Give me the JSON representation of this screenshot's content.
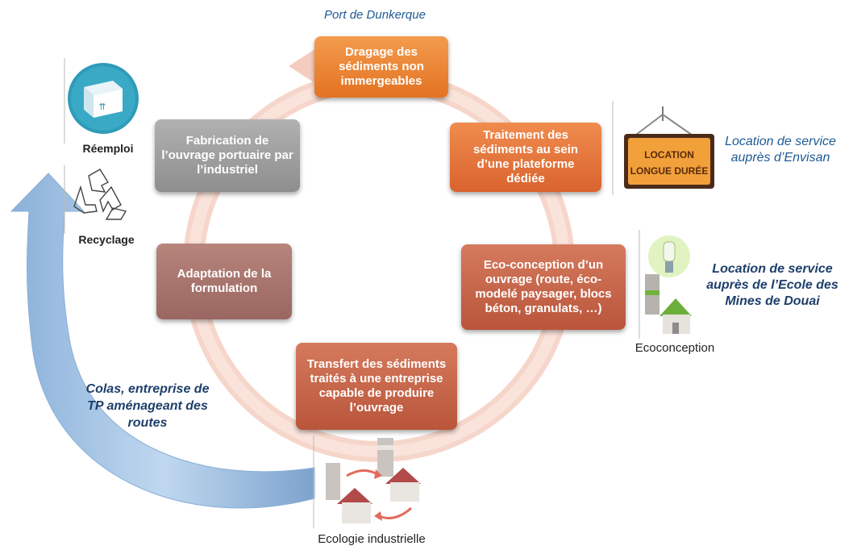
{
  "port_label": "Port de Dunkerque",
  "steps": {
    "dragage": "Dragage des sédiments non immergeables",
    "traitement": "Traitement des sédiments au sein d’une plateforme dédiée",
    "ecoconception": "Eco-conception d’un ouvrage (route, éco-modelé paysager, blocs béton, granulats, …)",
    "transfert": "Transfert des sédiments traités à une entreprise capable de produire l’ouvrage",
    "adaptation": "Adaptation de la formulation",
    "fabrication": "Fabrication de l’ouvrage portuaire par l’industriel"
  },
  "notes": {
    "envisan": "Location de service auprès d’Envisan",
    "mines": "Location de service auprès de l’Ecole des Mines de Douai",
    "colas": "Colas, entreprise de TP aménageant des routes"
  },
  "captions": {
    "reemploi": "Réemploi",
    "recyclage": "Recyclage",
    "ecoconception": "Ecoconception",
    "ecologie": "Ecologie industrielle"
  },
  "sign": {
    "line1": "LOCATION",
    "line2": "LONGUE DURÉE"
  },
  "colors": {
    "orange": "#e37322",
    "brown": "#b9553b",
    "mauve": "#9a6661",
    "grey": "#8e8e8e",
    "cycle_arrow": "#f3cfc2",
    "return_arrow": "#9fc3e6",
    "note_text": "#1f5a96"
  }
}
